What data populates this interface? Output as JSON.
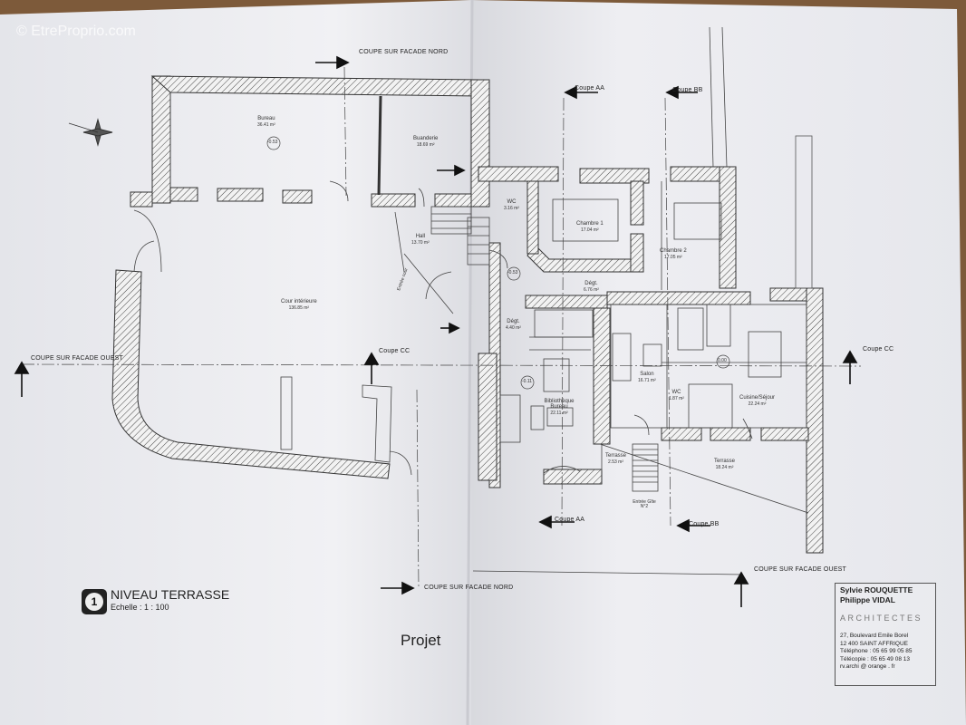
{
  "watermark": "© EtreProprio.com",
  "plan": {
    "title": "NIVEAU TERRASSE",
    "number": "1",
    "scale": "Echelle :  1 : 100",
    "status": "Projet"
  },
  "sections": {
    "nord_top": "COUPE SUR FACADE NORD",
    "nord_bottom": "COUPE SUR FACADE NORD",
    "ouest_left": "COUPE SUR FACADE OUEST",
    "ouest_right": "COUPE SUR FACADE OUEST",
    "aa_top": "Coupe AA",
    "aa_bottom": "Coupe AA",
    "bb_top": "Coupe BB",
    "bb_bottom": "Coupe BB",
    "cc_left": "Coupe CC",
    "cc_right": "Coupe CC"
  },
  "rooms": [
    {
      "name": "Bureau",
      "area": "36.41 m²"
    },
    {
      "name": "Buanderie",
      "area": "18.69 m²"
    },
    {
      "name": "Hall",
      "area": "13.70 m²"
    },
    {
      "name": "Cour intérieure",
      "area": "136.85 m²"
    },
    {
      "name": "WC",
      "area": "3.16 m²"
    },
    {
      "name": "Chambre 1",
      "area": "17.04 m²"
    },
    {
      "name": "Chambre 2",
      "area": "17.05 m²"
    },
    {
      "name": "Dégt.",
      "area": "6.76 m²"
    },
    {
      "name": "Dégt.",
      "area": "4.40 m²"
    },
    {
      "name": "Bibliothèque Bureau",
      "area": "22.11 m²"
    },
    {
      "name": "Salon",
      "area": "16.71 m²"
    },
    {
      "name": "WC",
      "area": "1.87 m²"
    },
    {
      "name": "Cuisine/Séjour",
      "area": "22.24 m²"
    },
    {
      "name": "Terrasse",
      "area": "2.53 m²"
    },
    {
      "name": "Terrasse",
      "area": "18.24 m²"
    }
  ],
  "entries": {
    "entree_cour": "Entrée cour",
    "entree_gite": "Entrée Gîte N°2"
  },
  "levels": [
    "-0.53",
    "-0.53",
    "-0.11",
    "0.00"
  ],
  "architects": {
    "name1": "Sylvie  ROUQUETTE",
    "name2": "Philippe    VIDAL",
    "firm": "ARCHITECTES",
    "address": "27, Boulevard  Emile  Borel",
    "city": "12 400       SAINT  AFFRIQUE",
    "phone": "Téléphone :     05 65 99 05 85",
    "fax": "Télécopie :      05 65 49 08 13",
    "email": "rv.archi @ orange . fr"
  }
}
